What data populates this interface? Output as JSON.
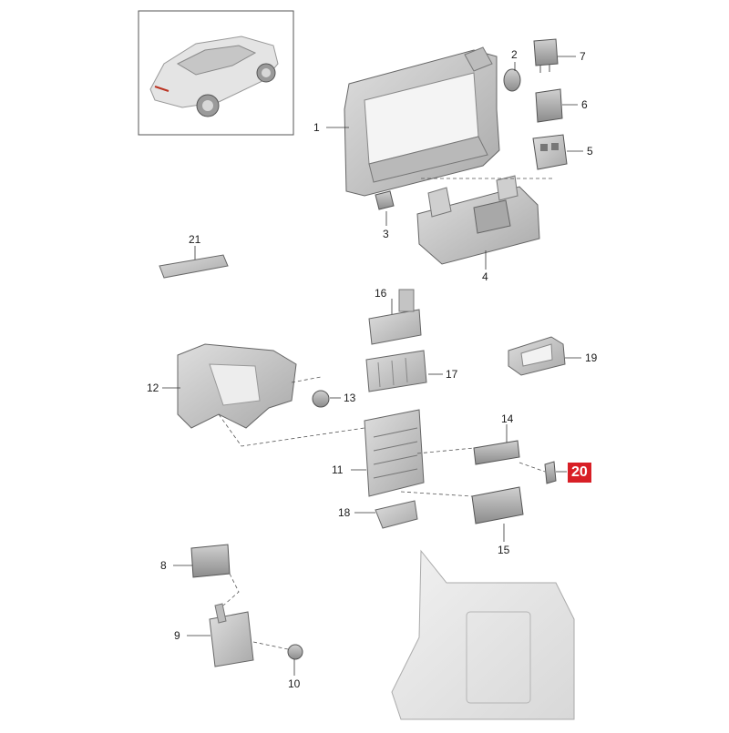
{
  "callouts": [
    {
      "id": "1",
      "label": "1"
    },
    {
      "id": "2",
      "label": "2"
    },
    {
      "id": "3",
      "label": "3"
    },
    {
      "id": "4",
      "label": "4"
    },
    {
      "id": "5",
      "label": "5"
    },
    {
      "id": "6",
      "label": "6"
    },
    {
      "id": "7",
      "label": "7"
    },
    {
      "id": "8",
      "label": "8"
    },
    {
      "id": "9",
      "label": "9"
    },
    {
      "id": "10",
      "label": "10"
    },
    {
      "id": "11",
      "label": "11"
    },
    {
      "id": "12",
      "label": "12"
    },
    {
      "id": "13",
      "label": "13"
    },
    {
      "id": "14",
      "label": "14"
    },
    {
      "id": "15",
      "label": "15"
    },
    {
      "id": "16",
      "label": "16"
    },
    {
      "id": "17",
      "label": "17"
    },
    {
      "id": "18",
      "label": "18"
    },
    {
      "id": "19",
      "label": "19"
    },
    {
      "id": "20",
      "label": "20"
    },
    {
      "id": "21",
      "label": "21"
    }
  ],
  "highlight": {
    "part": "20",
    "color": "#d81f26"
  },
  "colors": {
    "part_fill": "#c9c9c9",
    "part_dark": "#8f8f8f",
    "line": "#333333",
    "panel": "#e6e6e6"
  }
}
